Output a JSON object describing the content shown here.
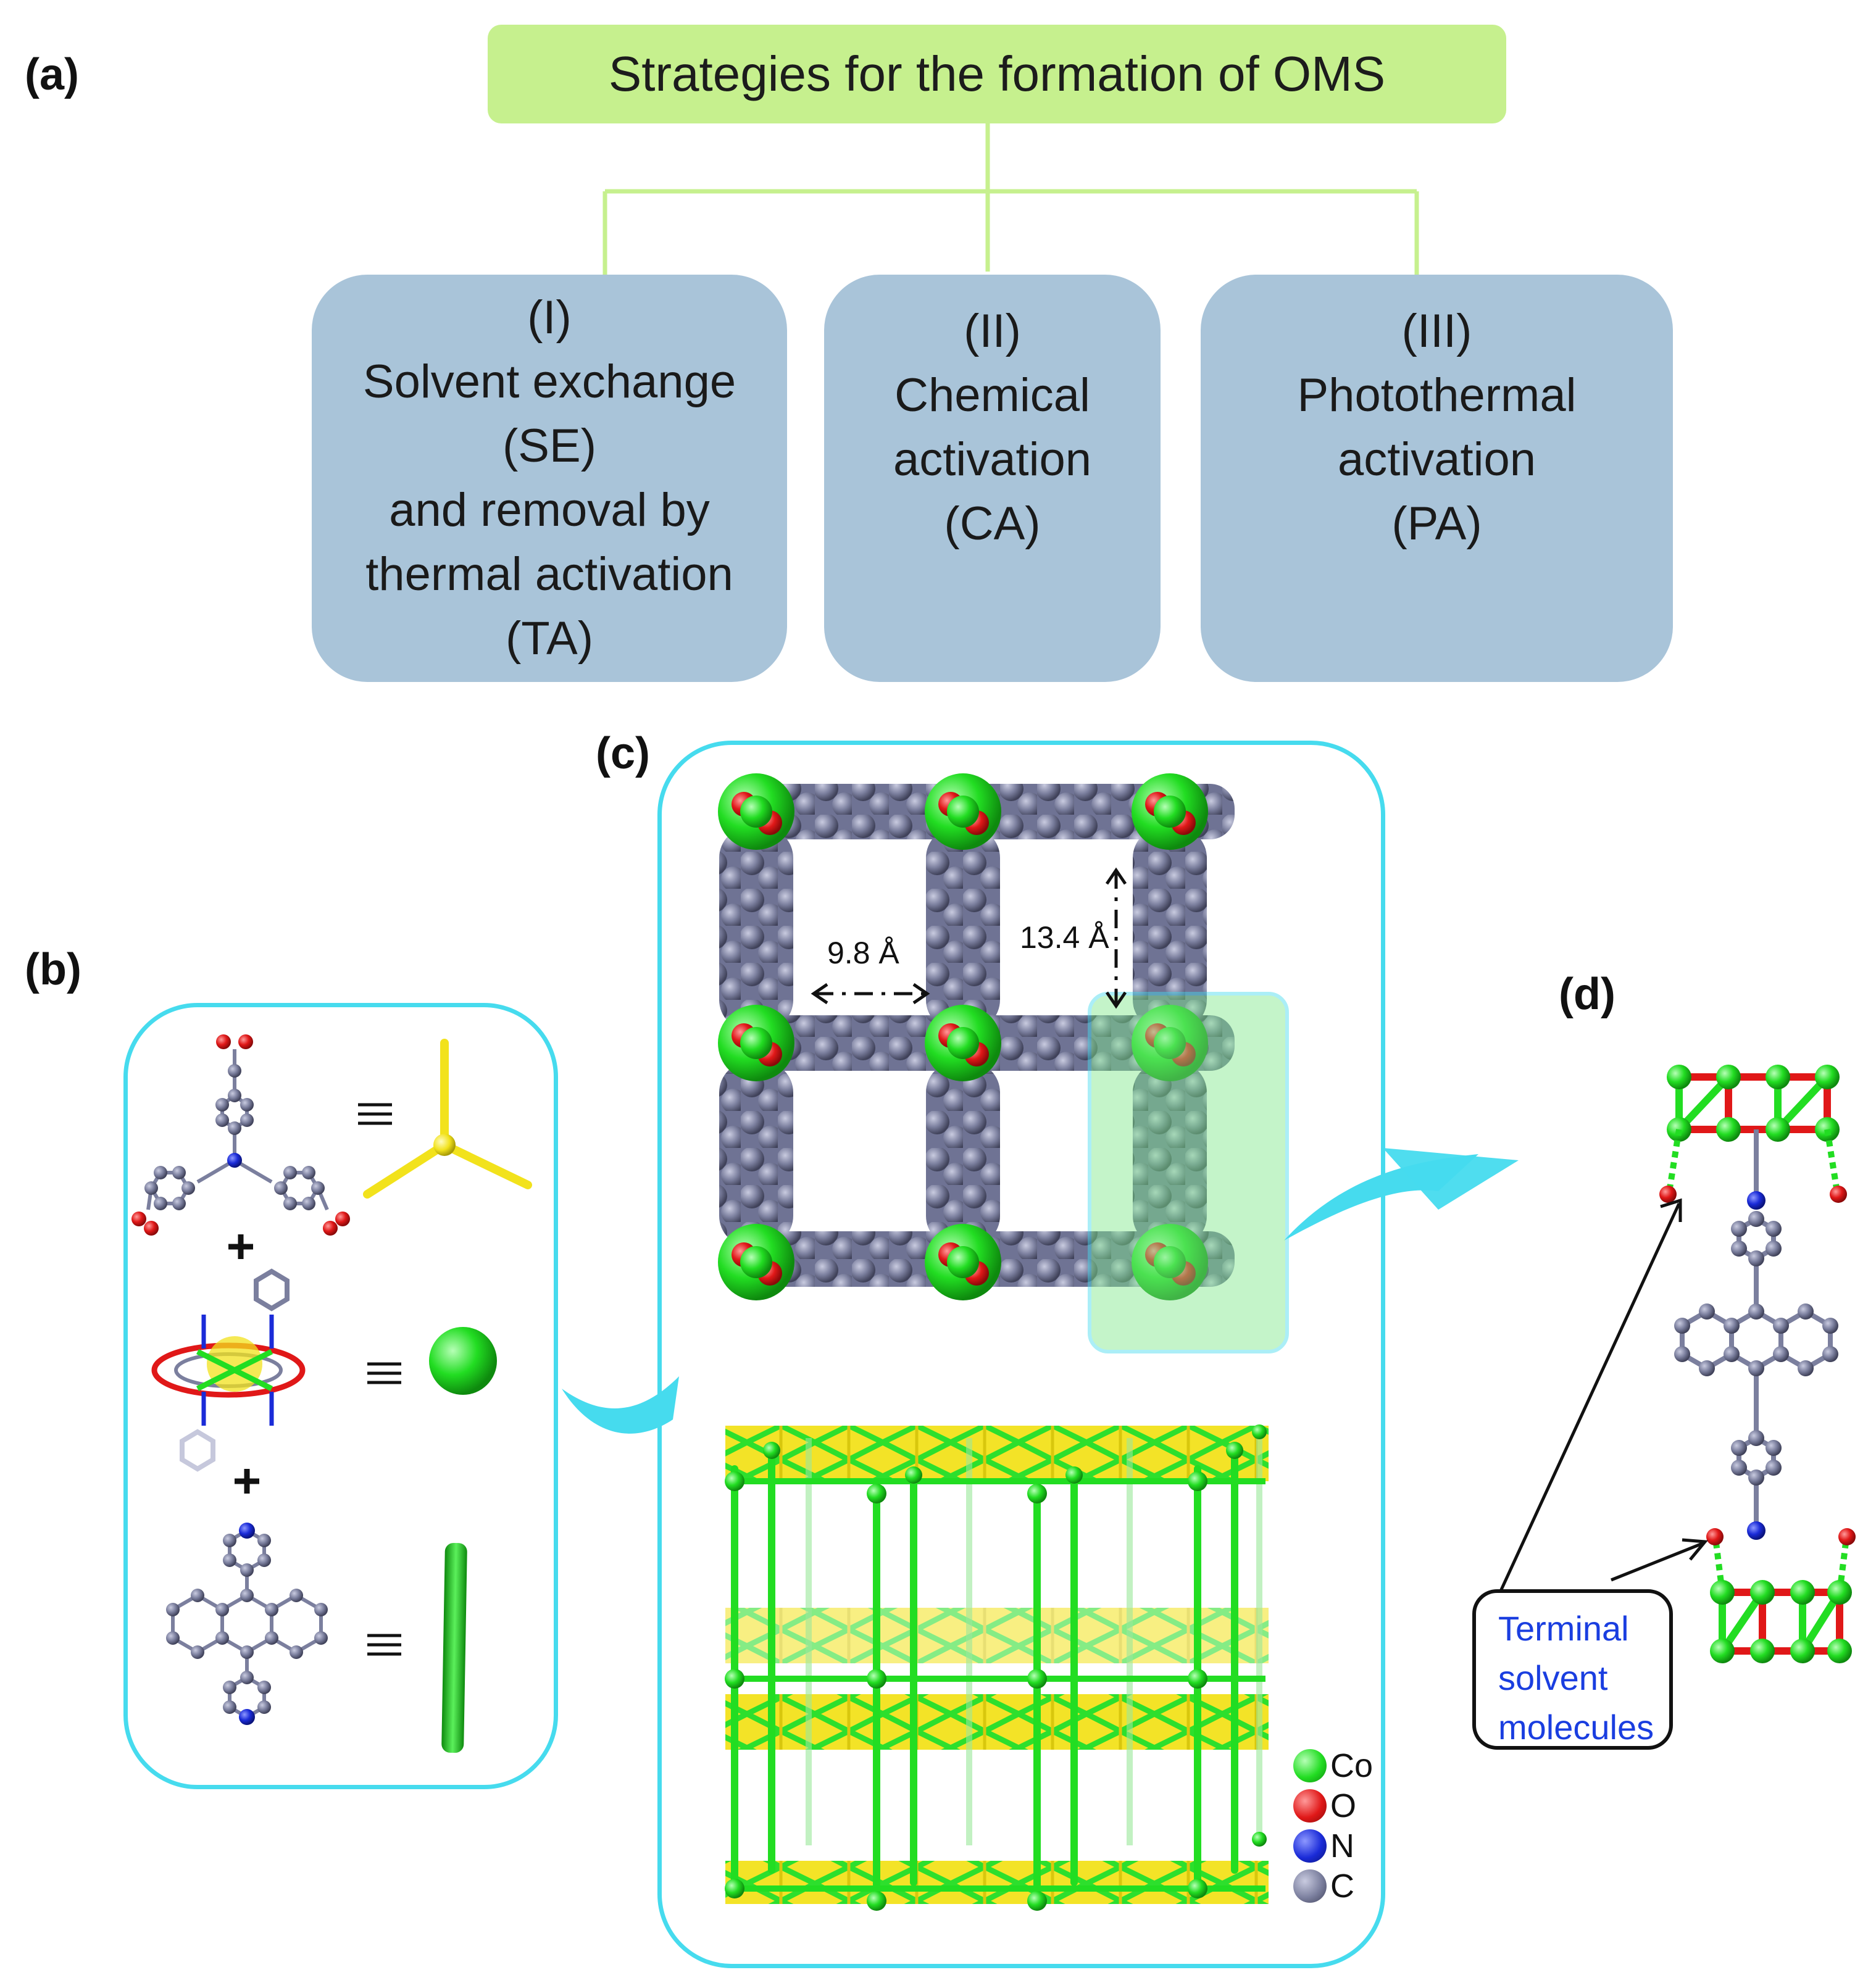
{
  "panel_labels": {
    "a": "(a)",
    "b": "(b)",
    "c": "(c)",
    "d": "(d)"
  },
  "title": "Strategies for the formation of OMS",
  "strategies": [
    {
      "lines": [
        "(I)",
        "Solvent exchange",
        "(SE)",
        "and removal by",
        "thermal activation",
        "(TA)"
      ]
    },
    {
      "lines": [
        "(II)",
        "Chemical",
        "activation",
        "(CA)"
      ]
    },
    {
      "lines": [
        "(III)",
        "Photothermal",
        "activation",
        "(PA)"
      ]
    }
  ],
  "pore_sizes": {
    "horizontal": "9.8 Å",
    "vertical": "13.4 Å"
  },
  "legend": [
    {
      "label": "Co",
      "color": "#22dd22"
    },
    {
      "label": "O",
      "color": "#e01818"
    },
    {
      "label": "N",
      "color": "#1a2bd8"
    },
    {
      "label": "C",
      "color": "#7b7f9e"
    }
  ],
  "callout": {
    "lines": [
      "Terminal",
      "solvent",
      "molecules"
    ]
  },
  "colors": {
    "accent_cyan": "#46dbee",
    "title_green": "#c6f08e",
    "box_blue": "#a9c4d9",
    "cobalt": "#22dd22",
    "oxygen": "#e01818",
    "nitrogen": "#1a2bd8",
    "carbon": "#7b7f9e",
    "linker_yellow": "#f2e21c"
  }
}
